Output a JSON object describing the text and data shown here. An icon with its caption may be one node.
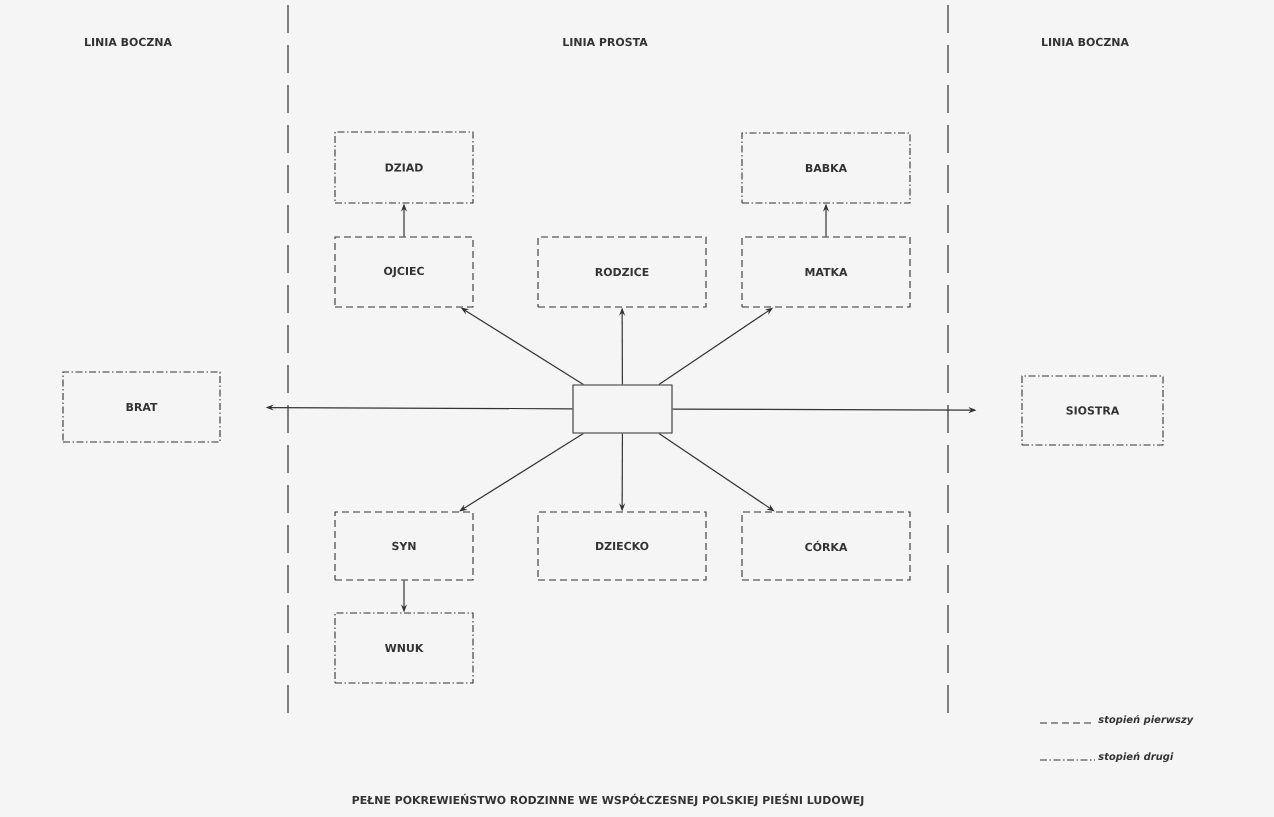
{
  "diagram": {
    "caption": "PEŁNE POKREWIEŃSTWO RODZINNE WE WSPÓŁCZESNEJ POLSKIEJ PIEŚNI LUDOWEJ",
    "nodes": [
      {
        "text": [
          "DZIAD"
        ]
      },
      {
        "text": [
          "BABKA"
        ]
      },
      {
        "text": [
          "OJCIEC"
        ]
      },
      {
        "text": [
          "RODZICE"
        ]
      },
      {
        "text": [
          "MATKA"
        ]
      },
      {
        "text": [
          "BRAT"
        ]
      },
      {
        "text": [],
        "shape": "box"
      },
      {
        "text": [
          "SIOSTRA"
        ]
      },
      {
        "text": [
          "SYN"
        ]
      },
      {
        "text": [
          "DZIECKO"
        ]
      },
      {
        "text": [
          "CÓRKA"
        ]
      },
      {
        "text": [
          "WNUK"
        ]
      }
    ],
    "edges": [
      {
        "from": 6,
        "to": 2,
        "arrow": "to"
      },
      {
        "from": 6,
        "to": 3,
        "arrow": "to"
      },
      {
        "from": 6,
        "to": 4,
        "arrow": "to"
      },
      {
        "from": 6,
        "to": 5,
        "arrow": "to"
      },
      {
        "from": 6,
        "to": 7,
        "arrow": "to"
      },
      {
        "from": 6,
        "to": 8,
        "arrow": "to"
      },
      {
        "from": 6,
        "to": 9,
        "arrow": "to"
      },
      {
        "from": 6,
        "to": 10,
        "arrow": "to"
      },
      {
        "from": 2,
        "to": 0,
        "arrow": "to"
      },
      {
        "from": 4,
        "to": 1,
        "arrow": "to"
      },
      {
        "from": 8,
        "to": 11,
        "arrow": "to"
      }
    ],
    "labels": [
      "LINIA BOCZNA",
      "LINIA PROSTA",
      "LINIA BOCZNA"
    ],
    "legend": [
      {
        "text": "stopień pierwszy"
      },
      {
        "text": "stopień drugi"
      }
    ]
  }
}
